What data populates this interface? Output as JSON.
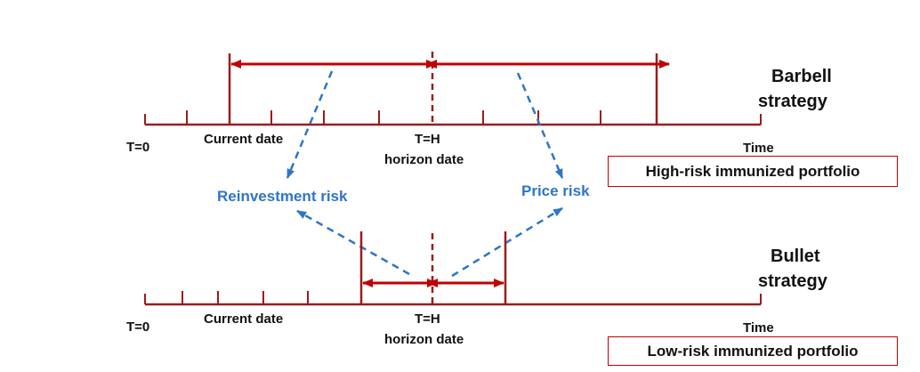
{
  "colors": {
    "axis": "#9b1c1c",
    "arrow": "#c00000",
    "risk": "#2e75c8",
    "box_border": "#c00000"
  },
  "barbell": {
    "title_line1": "Barbell",
    "title_line2": "strategy",
    "t0_label": "T=0",
    "current_label": "Current date",
    "th_label": "T=H",
    "horizon_label": "horizon date",
    "time_label": "Time",
    "portfolio_label": "High-risk immunized portfolio"
  },
  "bullet": {
    "title_line1": "Bullet",
    "title_line2": "strategy",
    "t0_label": "T=0",
    "current_label": "Current date",
    "th_label": "T=H",
    "horizon_label": "horizon date",
    "time_label": "Time",
    "portfolio_label": "Low-risk immunized portfolio"
  },
  "risks": {
    "reinvestment": "Reinvestment risk",
    "price": "Price risk"
  }
}
